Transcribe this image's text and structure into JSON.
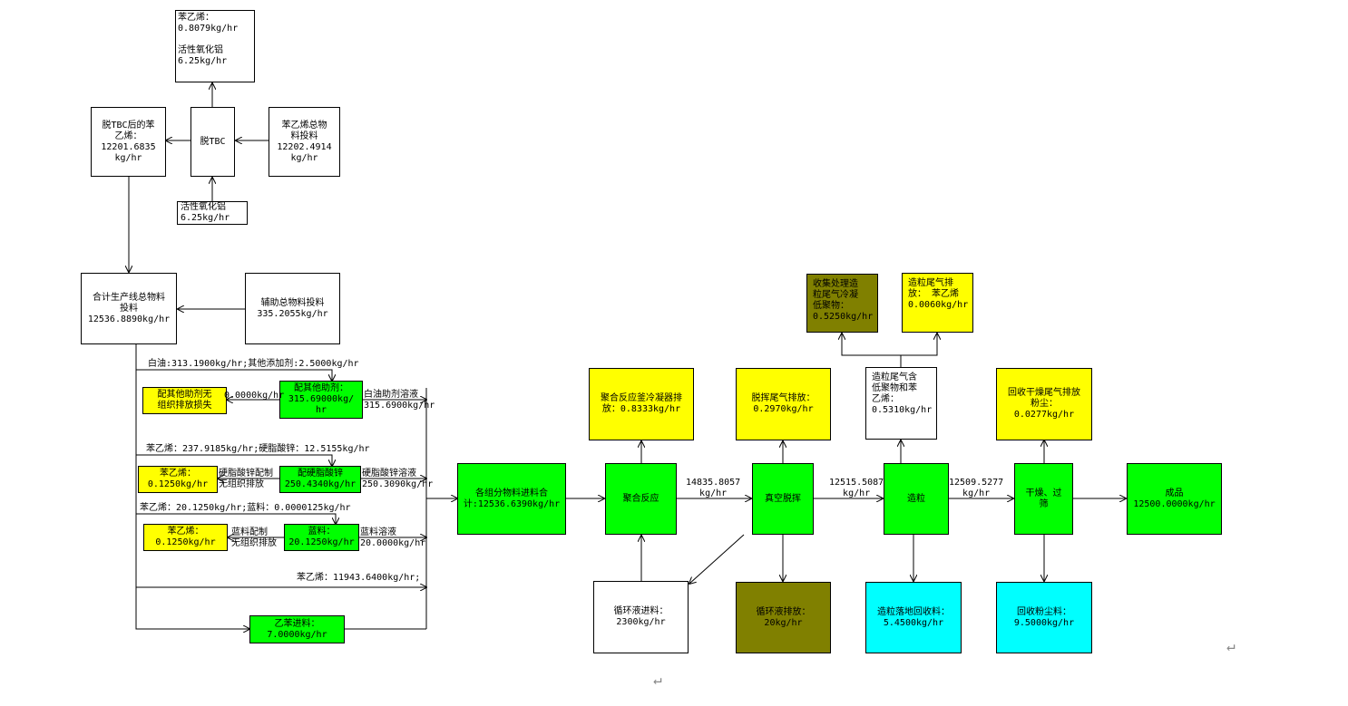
{
  "boxes": {
    "top_output": "苯乙烯：\n0.8079kg/hr\n\n活性氧化铝\n6.25kg/hr",
    "after_tbc": "脱TBC后的苯\n乙烯：\n12201.6835\nkg/hr",
    "tbc_removal": "脱TBC",
    "styrene_feed": "苯乙烯总物\n料投料\n12202.4914\nkg/hr",
    "alumina_in": "活性氧化铝\n6.25kg/hr",
    "line_total_feed": "合计生产线总物料\n投料\n12536.8890kg/hr",
    "aux_feed": "辅助总物料投料\n335.2055kg/hr",
    "other_aid_loss": "配其他助剂无\n组织排放损失",
    "other_aid_prep": "配其他助剂：\n315.69000kg/\nhr",
    "zinc_loss": "苯乙烯：\n0.1250kg/hr",
    "zinc_prep": "配硬脂酸锌\n250.4340kg/hr",
    "dye_loss": "苯乙烯：\n0.1250kg/hr",
    "dye_prep": "蓝料：\n20.1250kg/hr",
    "ethylbenzene_feed": "乙苯进料：\n7.0000kg/hr",
    "total_component_feed": "各组分物料进料合\n计:12536.6390kg/hr",
    "polymerization": "聚合反应",
    "poly_condenser": "聚合反应釜冷凝器排\n放：0.8333kg/hr",
    "recycle_feed": "循环液进料：\n2300kg/hr",
    "vacuum_devol": "真空脱挥",
    "devol_exhaust": "脱挥尾气排放：\n0.2970kg/hr",
    "recycle_discharge": "循环液排放：\n20kg/hr",
    "pellet_gas": "造粒尾气含\n低聚物和苯\n乙烯：\n0.5310kg/hr",
    "pellet_collect": "收集处理造\n粒尾气冷凝\n低聚物：\n0.5250kg/hr",
    "pellet_exhaust": "造粒尾气排\n放： 苯乙烯\n0.0060kg/hr",
    "pelletizing": "造粒",
    "pellet_floor": "造粒落地回收料：\n5.4500kg/hr",
    "dry_dust": "回收干燥尾气排放\n粉尘：\n0.0277kg/hr",
    "dry_screen": "干燥、过\n筛",
    "dust_recovery": "回收粉尘料：\n9.5000kg/hr",
    "product": "成品\n12500.0000kg/hr"
  },
  "labels": {
    "white_oil": "白油:313.1900kg/hr;其他添加剂:2.5000kg/hr",
    "aid_loss_value": "0.0000kg/hr",
    "white_oil_solution": "白油助剂溶液\n315.6900kg/hr",
    "styrene_zinc": "苯乙烯：237.9185kg/hr;硬脂酸锌：12.5155kg/hr",
    "zinc_fugitive": "硬脂酸锌配制\n无组织排放",
    "zinc_solution": "硬脂酸锌溶液\n250.3090kg/hr",
    "styrene_dye": "苯乙烯：20.1250kg/hr;蓝料：0.0000125kg/hr",
    "dye_fugitive": "蓝料配制\n无组织排放",
    "dye_solution": "蓝料溶液\n20.0000kg/hr",
    "styrene_main": "苯乙烯：11943.6400kg/hr;",
    "flow_poly_out": "14835.8057\nkg/hr",
    "flow_devol_out": "12515.5087\nkg/hr",
    "flow_pellet_out": "12509.5277\nkg/hr"
  },
  "marks": {
    "return_symbol": "↵"
  },
  "colors": {
    "white": "#ffffff",
    "green": "#00ff00",
    "yellow": "#ffff00",
    "olive": "#808000",
    "cyan": "#00ffff"
  }
}
